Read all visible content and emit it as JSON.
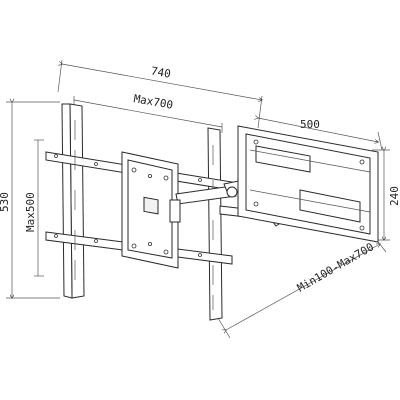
{
  "dimensions": {
    "overall_width": "740",
    "max_vesa_width": "Max700",
    "wall_plate_width": "500",
    "overall_height": "530",
    "max_vesa_height": "Max500",
    "wall_plate_height": "240",
    "extension_range": "Min100-Max700"
  },
  "icons": {
    "tv_plate": "vesa-mount-plate-icon",
    "wall_plate": "wall-plate-icon",
    "arm": "articulating-arm-icon"
  },
  "colors": {
    "line": "#333333",
    "background": "#ffffff"
  }
}
